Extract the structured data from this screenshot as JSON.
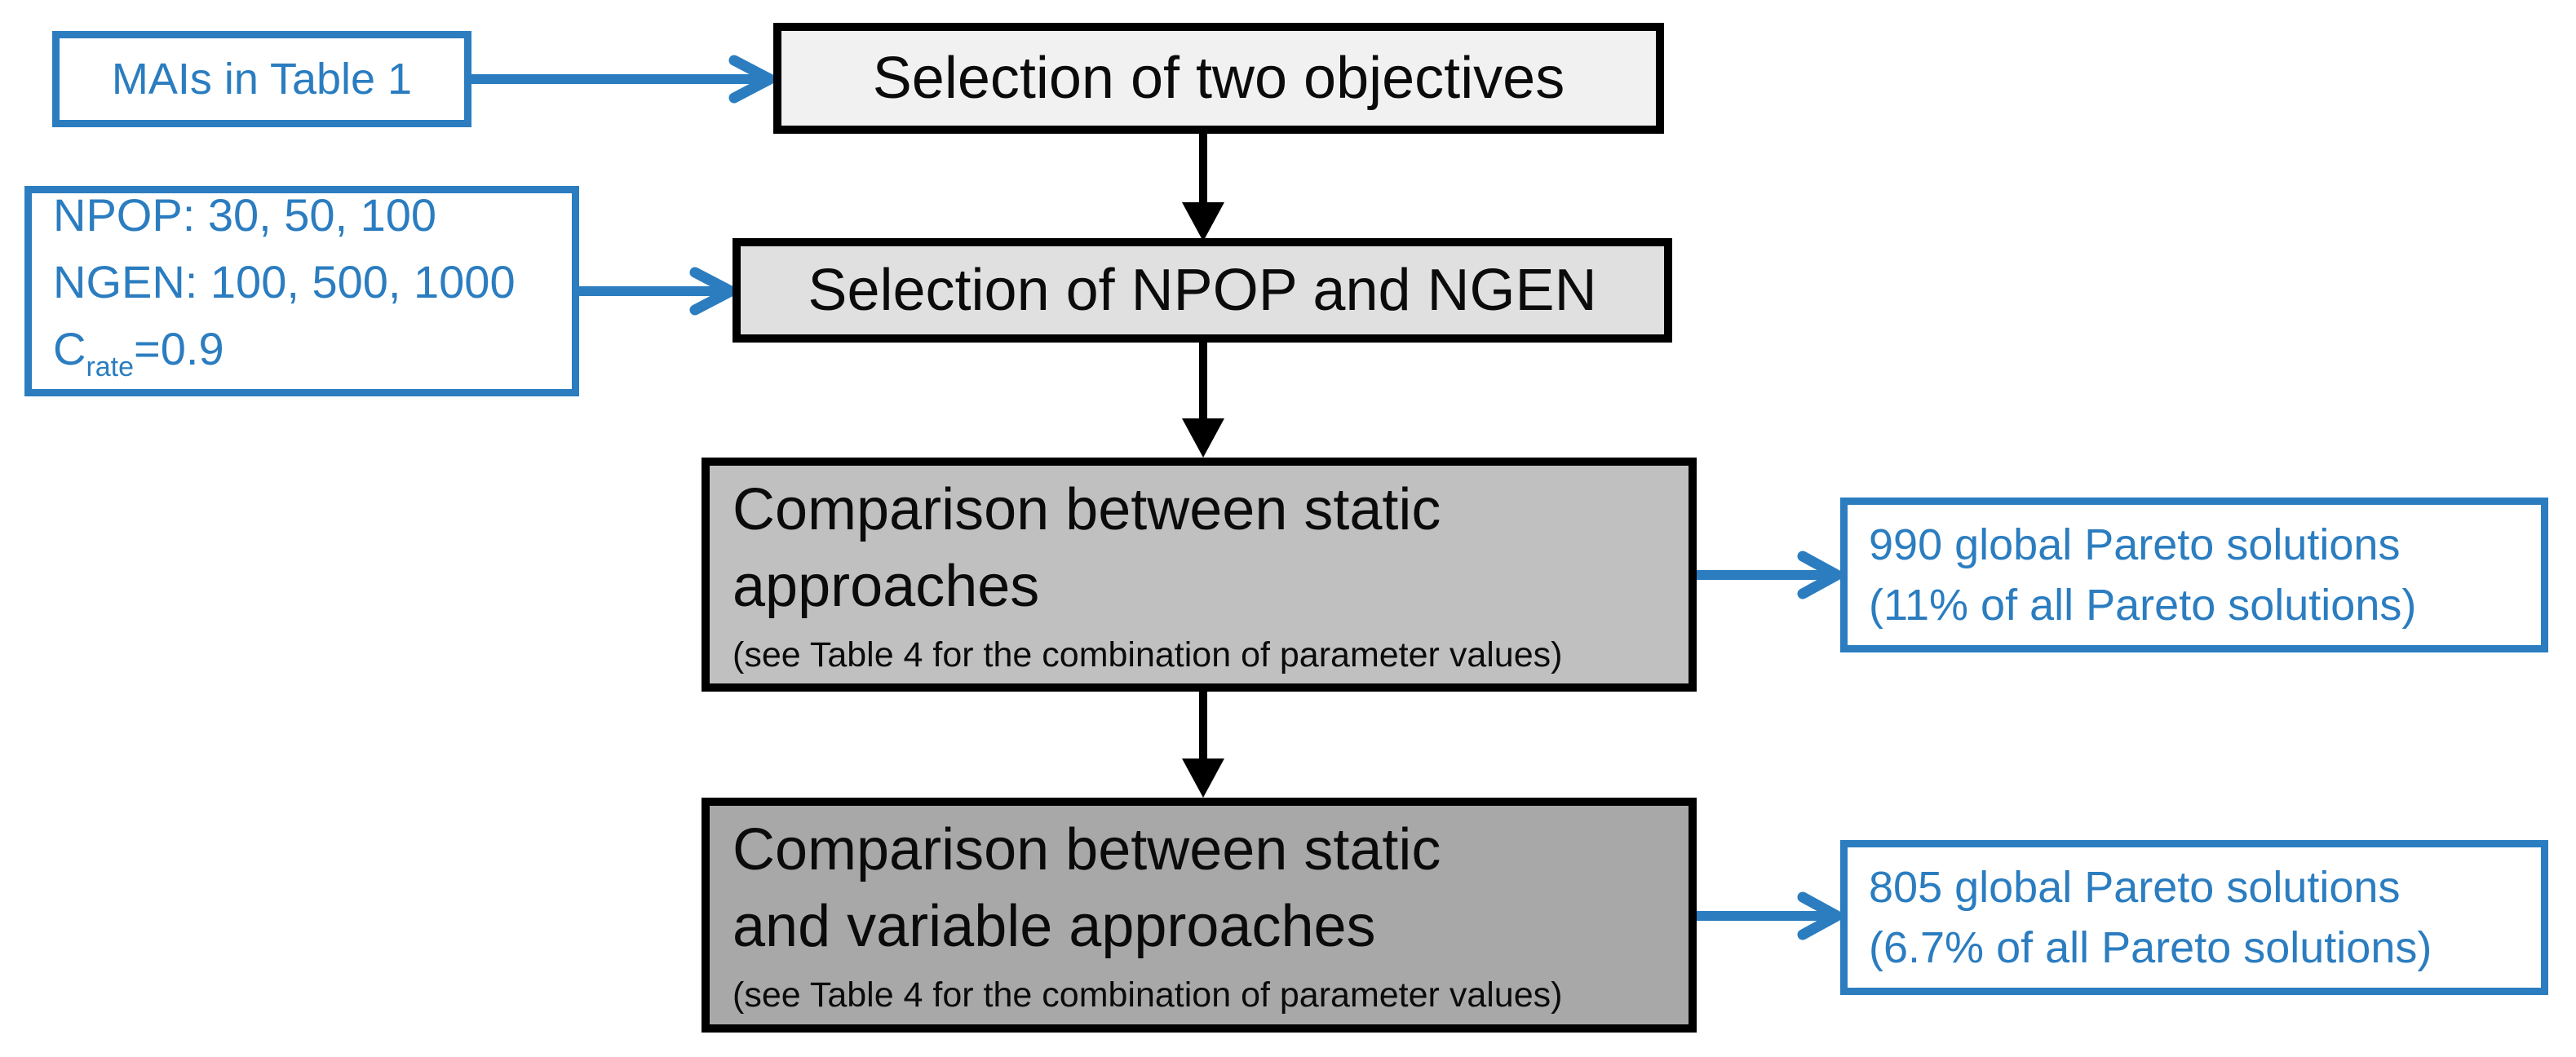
{
  "colors": {
    "blue": "#2B7DC0",
    "ink": "#000000",
    "fill_step1": "#F1F1F1",
    "fill_step2": "#E0E0E0",
    "fill_step3": "#C0C0C0",
    "fill_step4": "#A8A8A8",
    "box_bg": "#FFFFFF"
  },
  "nodes": {
    "mais": {
      "label": "MAIs in Table 1"
    },
    "params": {
      "line1": "NPOP: 30, 50, 100",
      "line2": "NGEN: 100, 500, 1000",
      "crate": {
        "base": "C",
        "sub": "rate",
        "rest": "=0.9"
      }
    },
    "step1": {
      "label": "Selection of two objectives"
    },
    "step2": {
      "label": "Selection of NPOP and NGEN"
    },
    "step3": {
      "line1": "Comparison between static",
      "line2": "approaches",
      "note": "(see Table 4 for the combination of parameter values)"
    },
    "step4": {
      "line1": "Comparison between static",
      "line2": "and variable approaches",
      "note": "(see Table 4 for the combination of parameter values)"
    },
    "result1": {
      "line1": "990 global Pareto solutions",
      "line2": "(11% of all Pareto solutions)"
    },
    "result2": {
      "line1": "805 global Pareto solutions",
      "line2": "(6.7% of all Pareto solutions)"
    }
  }
}
